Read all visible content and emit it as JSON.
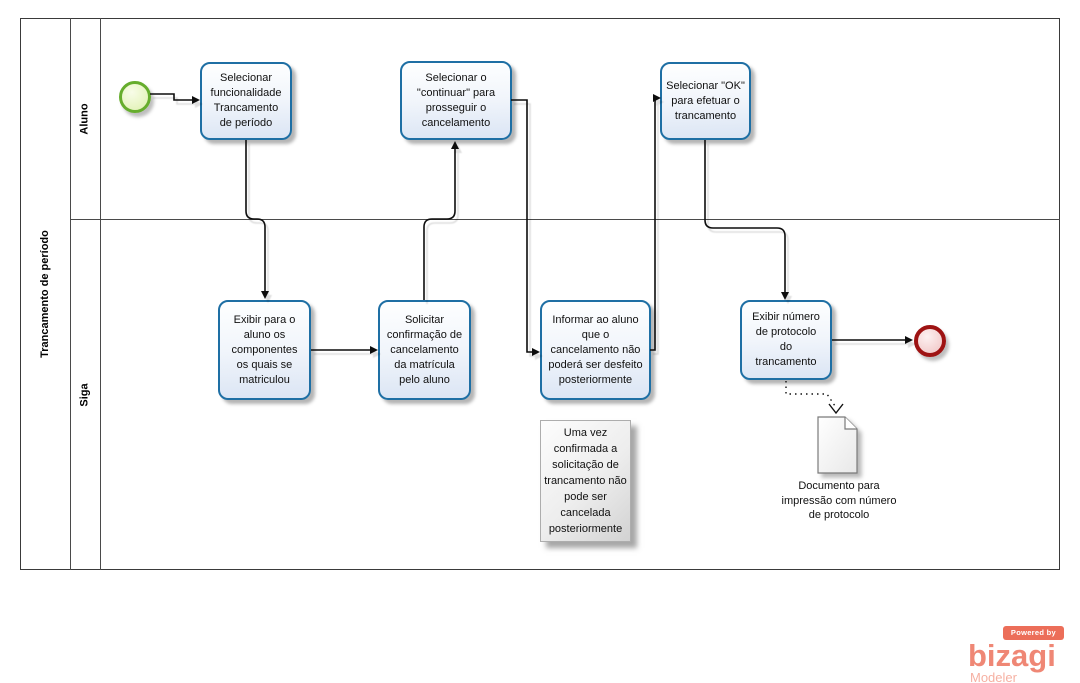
{
  "diagram": {
    "pool_label": "Trancamento de período",
    "lane_labels": [
      "Aluno",
      "Siga"
    ],
    "tasks": [
      {
        "label": "Selecionar\nfuncionalidade\nTrancamento\nde período"
      },
      {
        "label": "Selecionar o\n\"continuar\" para\nprosseguir o\ncancelamento"
      },
      {
        "label": "Selecionar \"OK\"\npara efetuar o\ntrancamento"
      },
      {
        "label": "Exibir para o\naluno os\ncomponentes\nos quais se\nmatriculou"
      },
      {
        "label": "Solicitar\nconfirmação de\ncancelamento\nda matrícula\npelo aluno"
      },
      {
        "label": "Informar ao aluno\nque o\ncancelamento não\npoderá ser desfeito\nposteriormente"
      },
      {
        "label": "Exibir número\nde protocolo\ndo\ntrancamento"
      }
    ],
    "annotation": "Uma vez\nconfirmada a\nsolicitação de\ntrancamento não\npode ser\ncancelada\nposteriormente",
    "document_label": "Documento para\nimpressão com número\nde protocolo"
  },
  "branding": {
    "powered_by": "Powered by",
    "brand": "bizagi",
    "product": "Modeler"
  },
  "colors": {
    "task_border": "#1e6fa4",
    "start_event_border": "#66ad2d",
    "end_event_border": "#9e1313",
    "brand_accent": "#ef8775",
    "lane_line": "#4a4a4a"
  }
}
